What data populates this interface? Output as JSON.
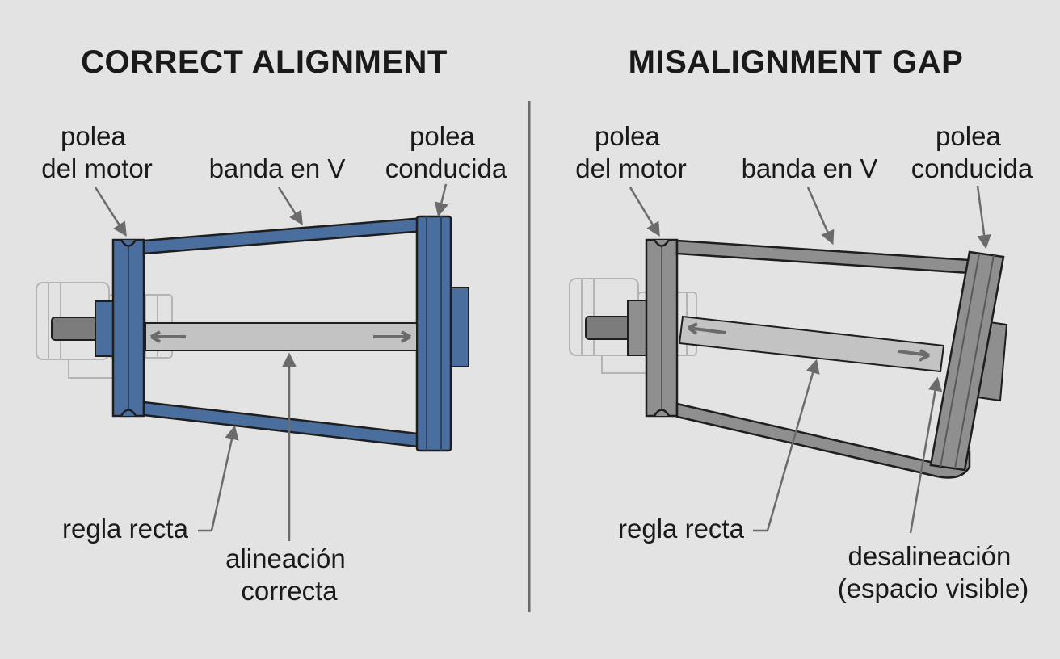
{
  "colors": {
    "background": "#e3e3e3",
    "blue_pulley": "#4a6f9e",
    "blue_dark": "#2b4466",
    "gray_pulley": "#8f8f8f",
    "straightedge": "#c3c3c3",
    "outline": "#1e1e1e",
    "leader": "#6b6b6b",
    "divider": "#6a6a6a"
  },
  "left": {
    "title": "CORRECT ALIGNMENT",
    "motor_pulley_label": [
      "polea",
      "del motor"
    ],
    "belt_label": "banda en V",
    "driven_pulley_label": [
      "polea",
      "conducida"
    ],
    "straightedge_label": "regla recta",
    "result_label": [
      "alineación",
      "correcta"
    ]
  },
  "right": {
    "title": "MISALIGNMENT GAP",
    "motor_pulley_label": [
      "polea",
      "del motor"
    ],
    "belt_label": "banda en V",
    "driven_pulley_label": [
      "polea",
      "conducida"
    ],
    "straightedge_label": "regla recta",
    "result_label": [
      "desalineación",
      "(espacio visible)"
    ]
  },
  "icons": {
    "motor": "electric-motor-outline-icon",
    "arrows": "double-arrow-icon"
  }
}
